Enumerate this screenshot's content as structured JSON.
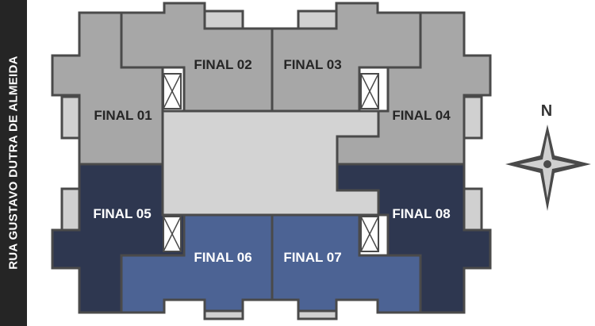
{
  "street": {
    "name": "RUA GUSTAVO DUTRA DE ALMEIDA"
  },
  "compass": {
    "north_label": "N",
    "color": "#4a4a4a"
  },
  "colors": {
    "light_unit": "#a7a7a7",
    "dark_unit": "#2e3750",
    "mid_unit": "#4c6394",
    "core": "#d3d3d3",
    "outline": "#4a4a4a",
    "balcony": "#d0d0d0",
    "label_dark": "#252525",
    "label_light": "#ffffff"
  },
  "units": [
    {
      "id": "final-01",
      "label": "FINAL 01",
      "tone": "light"
    },
    {
      "id": "final-02",
      "label": "FINAL 02",
      "tone": "light"
    },
    {
      "id": "final-03",
      "label": "FINAL 03",
      "tone": "light"
    },
    {
      "id": "final-04",
      "label": "FINAL 04",
      "tone": "light"
    },
    {
      "id": "final-05",
      "label": "FINAL 05",
      "tone": "dark"
    },
    {
      "id": "final-06",
      "label": "FINAL 06",
      "tone": "mid"
    },
    {
      "id": "final-07",
      "label": "FINAL 07",
      "tone": "mid"
    },
    {
      "id": "final-08",
      "label": "FINAL 08",
      "tone": "dark"
    }
  ]
}
